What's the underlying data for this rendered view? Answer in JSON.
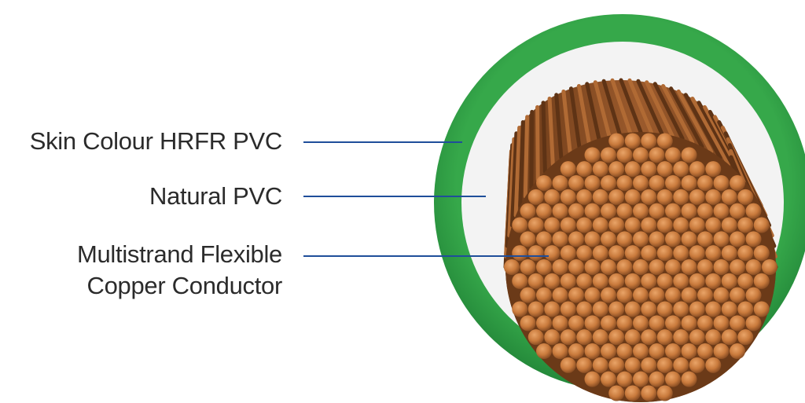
{
  "labels": {
    "skin": "Skin Colour HRFR PVC",
    "natural": "Natural PVC",
    "conductor_line1": "Multistrand Flexible",
    "conductor_line2": "Copper Conductor"
  },
  "colors": {
    "outer_sheath": "#2f9e44",
    "inner_insulation": "#f2f2f2",
    "copper_strand": "#c97a3c",
    "copper_dark": "#7a4420",
    "leader_line": "#1f4e9a",
    "label_text": "#2b2b2b"
  }
}
